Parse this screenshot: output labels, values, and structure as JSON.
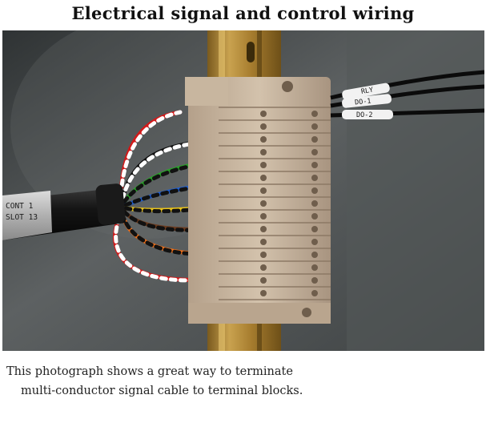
{
  "title": "Electrical signal and control wiring",
  "caption": {
    "line1": "This photograph shows a great way to terminate",
    "line2": "multi-conductor signal cable to terminal blocks."
  },
  "photo_labels": {
    "cable_line1": "CONT 1",
    "cable_line2": "SLOT 13",
    "tag_top": "RLY",
    "tag_do1": "DO-1",
    "tag_do2": "DO-2"
  },
  "colors": {
    "panel": "#4d5152",
    "din_rail": "#b8923f",
    "terminal_block": "#cbb9a3",
    "wire_pairs": [
      "#d11a1a",
      "#111111",
      "#2aa02a",
      "#1f5fd0",
      "#e8c21a",
      "#6b3b1f",
      "#f0701a",
      "#d11a1a"
    ]
  },
  "icons": [
    "photograph"
  ]
}
